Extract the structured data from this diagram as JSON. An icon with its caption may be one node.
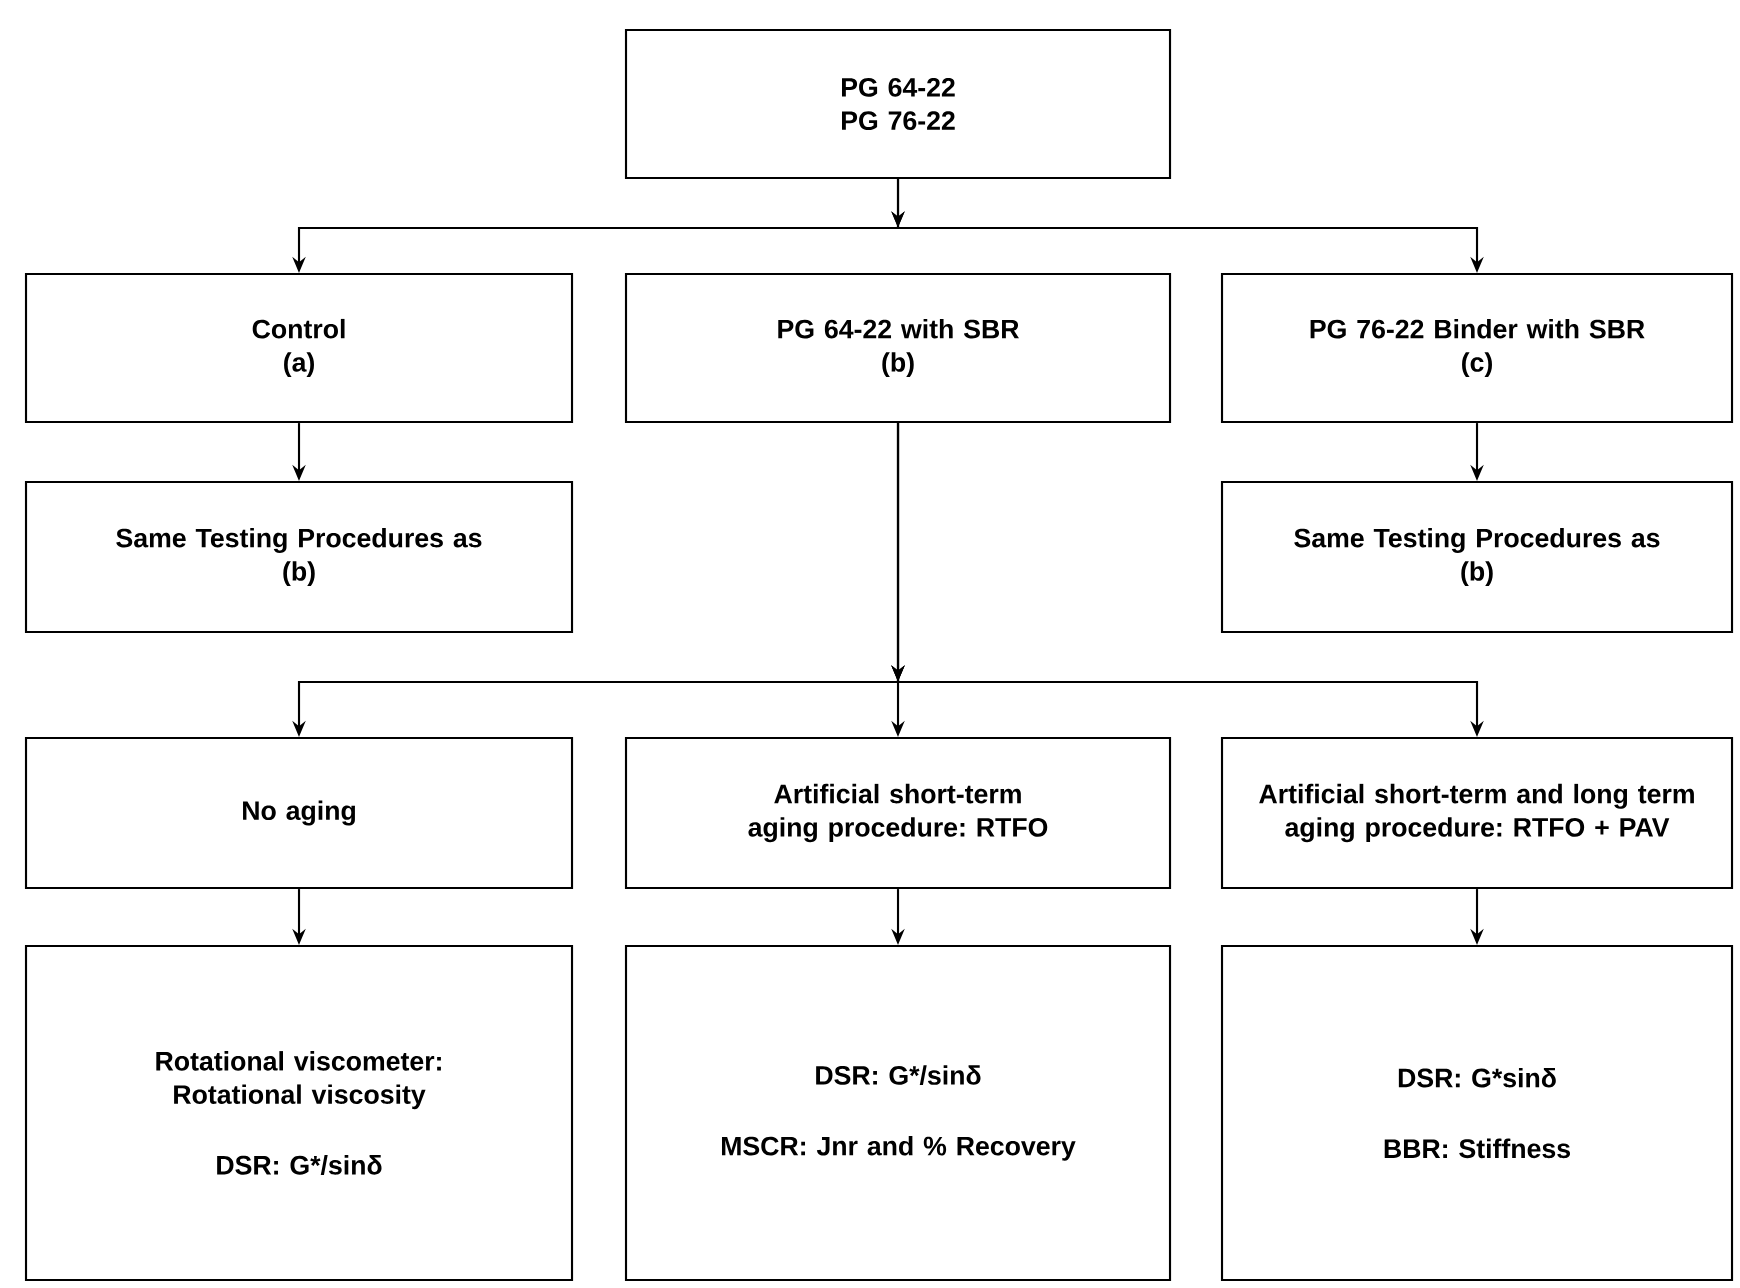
{
  "diagram": {
    "nodes": [
      {
        "text": [
          "PG 64-22",
          "PG 76-22"
        ]
      },
      {
        "text": [
          "Control",
          "(a)"
        ]
      },
      {
        "text": [
          "PG 64-22 with SBR",
          "(b)"
        ]
      },
      {
        "text": [
          "PG 76-22 Binder with SBR",
          "(c)"
        ]
      },
      {
        "text": [
          "Same Testing Procedures as",
          "(b)"
        ]
      },
      {
        "text": [
          "Same Testing Procedures as",
          "(b)"
        ]
      },
      {
        "text": [
          "No aging"
        ]
      },
      {
        "text": [
          "Artificial short-term aging procedure: RTFO"
        ]
      },
      {
        "text": [
          "Artificial short-term and long term aging procedure: RTFO + PAV"
        ]
      },
      {
        "text": [
          "Rotational viscometer: Rotational viscosity",
          "DSR: G*/sinδ"
        ]
      },
      {
        "text": [
          "DSR: G*/sinδ",
          "MSCR: Jnr and % Recovery"
        ]
      },
      {
        "text": [
          "DSR: G*sinδ",
          "BBR: Stiffness"
        ]
      }
    ],
    "edges": [
      {
        "from": 0,
        "to": 1,
        "arrow": "to"
      },
      {
        "from": 0,
        "to": 3,
        "arrow": "to"
      },
      {
        "from": 1,
        "to": 4,
        "arrow": "to"
      },
      {
        "from": 3,
        "to": 5,
        "arrow": "to"
      },
      {
        "from": 2,
        "to": 6,
        "arrow": "to"
      },
      {
        "from": 2,
        "to": 7,
        "arrow": "to"
      },
      {
        "from": 2,
        "to": 8,
        "arrow": "to"
      },
      {
        "from": 6,
        "to": 9,
        "arrow": "to"
      },
      {
        "from": 7,
        "to": 10,
        "arrow": "to"
      },
      {
        "from": 8,
        "to": 11,
        "arrow": "to"
      }
    ]
  }
}
